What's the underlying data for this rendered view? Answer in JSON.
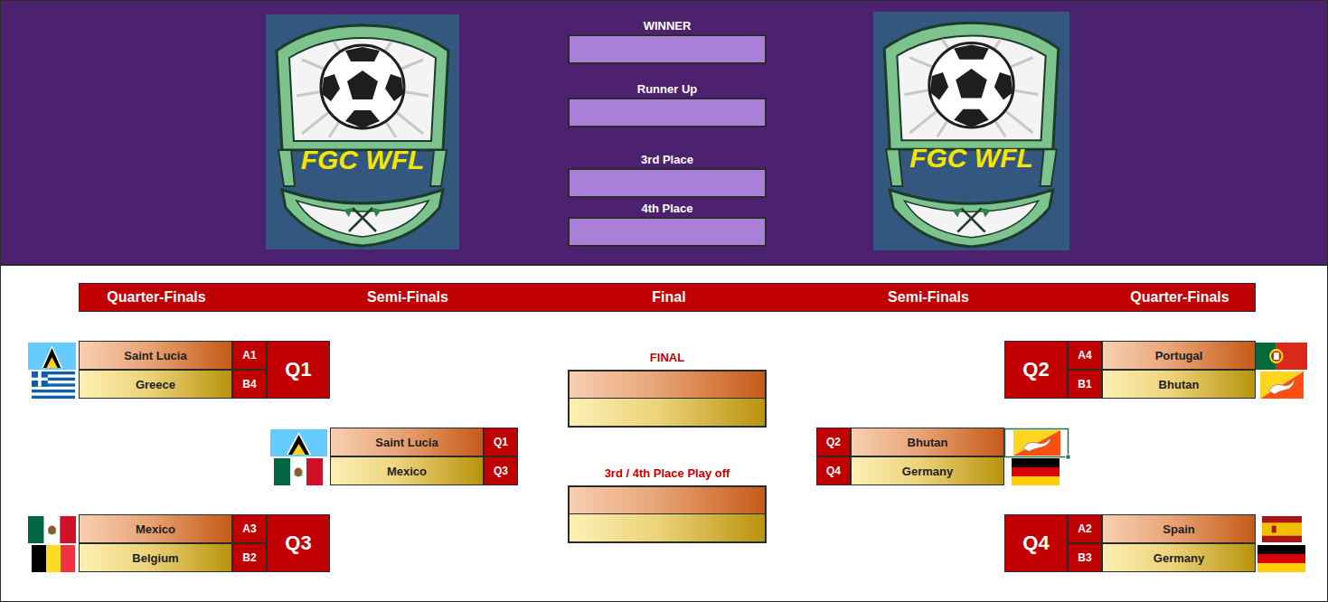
{
  "diagram": {
    "nodes": [
      {
        "text": [
          "WINNER"
        ]
      },
      {
        "text": [
          "Runner Up"
        ]
      },
      {
        "text": [
          "3rd Place"
        ]
      },
      {
        "text": [
          "4th Place"
        ]
      },
      {
        "text": [
          "Quarter-Finals",
          "Semi-Finals",
          "Final",
          "Semi-Finals",
          "Quarter-Finals"
        ]
      },
      {
        "text": [
          "Saint Lucia"
        ]
      },
      {
        "text": [
          "A1"
        ]
      },
      {
        "text": [
          "Q1"
        ]
      },
      {
        "text": [
          "Greece"
        ]
      },
      {
        "text": [
          "B4"
        ]
      },
      {
        "text": [
          "A4"
        ]
      },
      {
        "text": [
          "Portugal"
        ]
      },
      {
        "text": [
          "Q2"
        ]
      },
      {
        "text": [
          "B1"
        ]
      },
      {
        "text": [
          "Bhutan"
        ]
      },
      {
        "text": [
          "Saint Lucia"
        ]
      },
      {
        "text": [
          "Q1"
        ]
      },
      {
        "text": [
          "Mexico"
        ]
      },
      {
        "text": [
          "Q3"
        ]
      },
      {
        "text": [
          "FINAL"
        ]
      },
      {
        "text": [
          "Q2"
        ]
      },
      {
        "text": [
          "Bhutan"
        ]
      },
      {
        "text": [
          "Q4"
        ]
      },
      {
        "text": [
          "Germany"
        ]
      },
      {
        "text": [
          "3rd / 4th Place Play off"
        ]
      },
      {
        "text": [
          "Mexico"
        ]
      },
      {
        "text": [
          "A3"
        ]
      },
      {
        "text": [
          "Q3"
        ]
      },
      {
        "text": [
          "Belgium"
        ]
      },
      {
        "text": [
          "B2"
        ]
      },
      {
        "text": [
          "Q4"
        ]
      },
      {
        "text": [
          "A2"
        ]
      },
      {
        "text": [
          "Spain"
        ]
      },
      {
        "text": [
          "B3"
        ]
      },
      {
        "text": [
          "Germany"
        ]
      }
    ],
    "labels": [
      "FGC WFL",
      "FGC WFL"
    ]
  }
}
